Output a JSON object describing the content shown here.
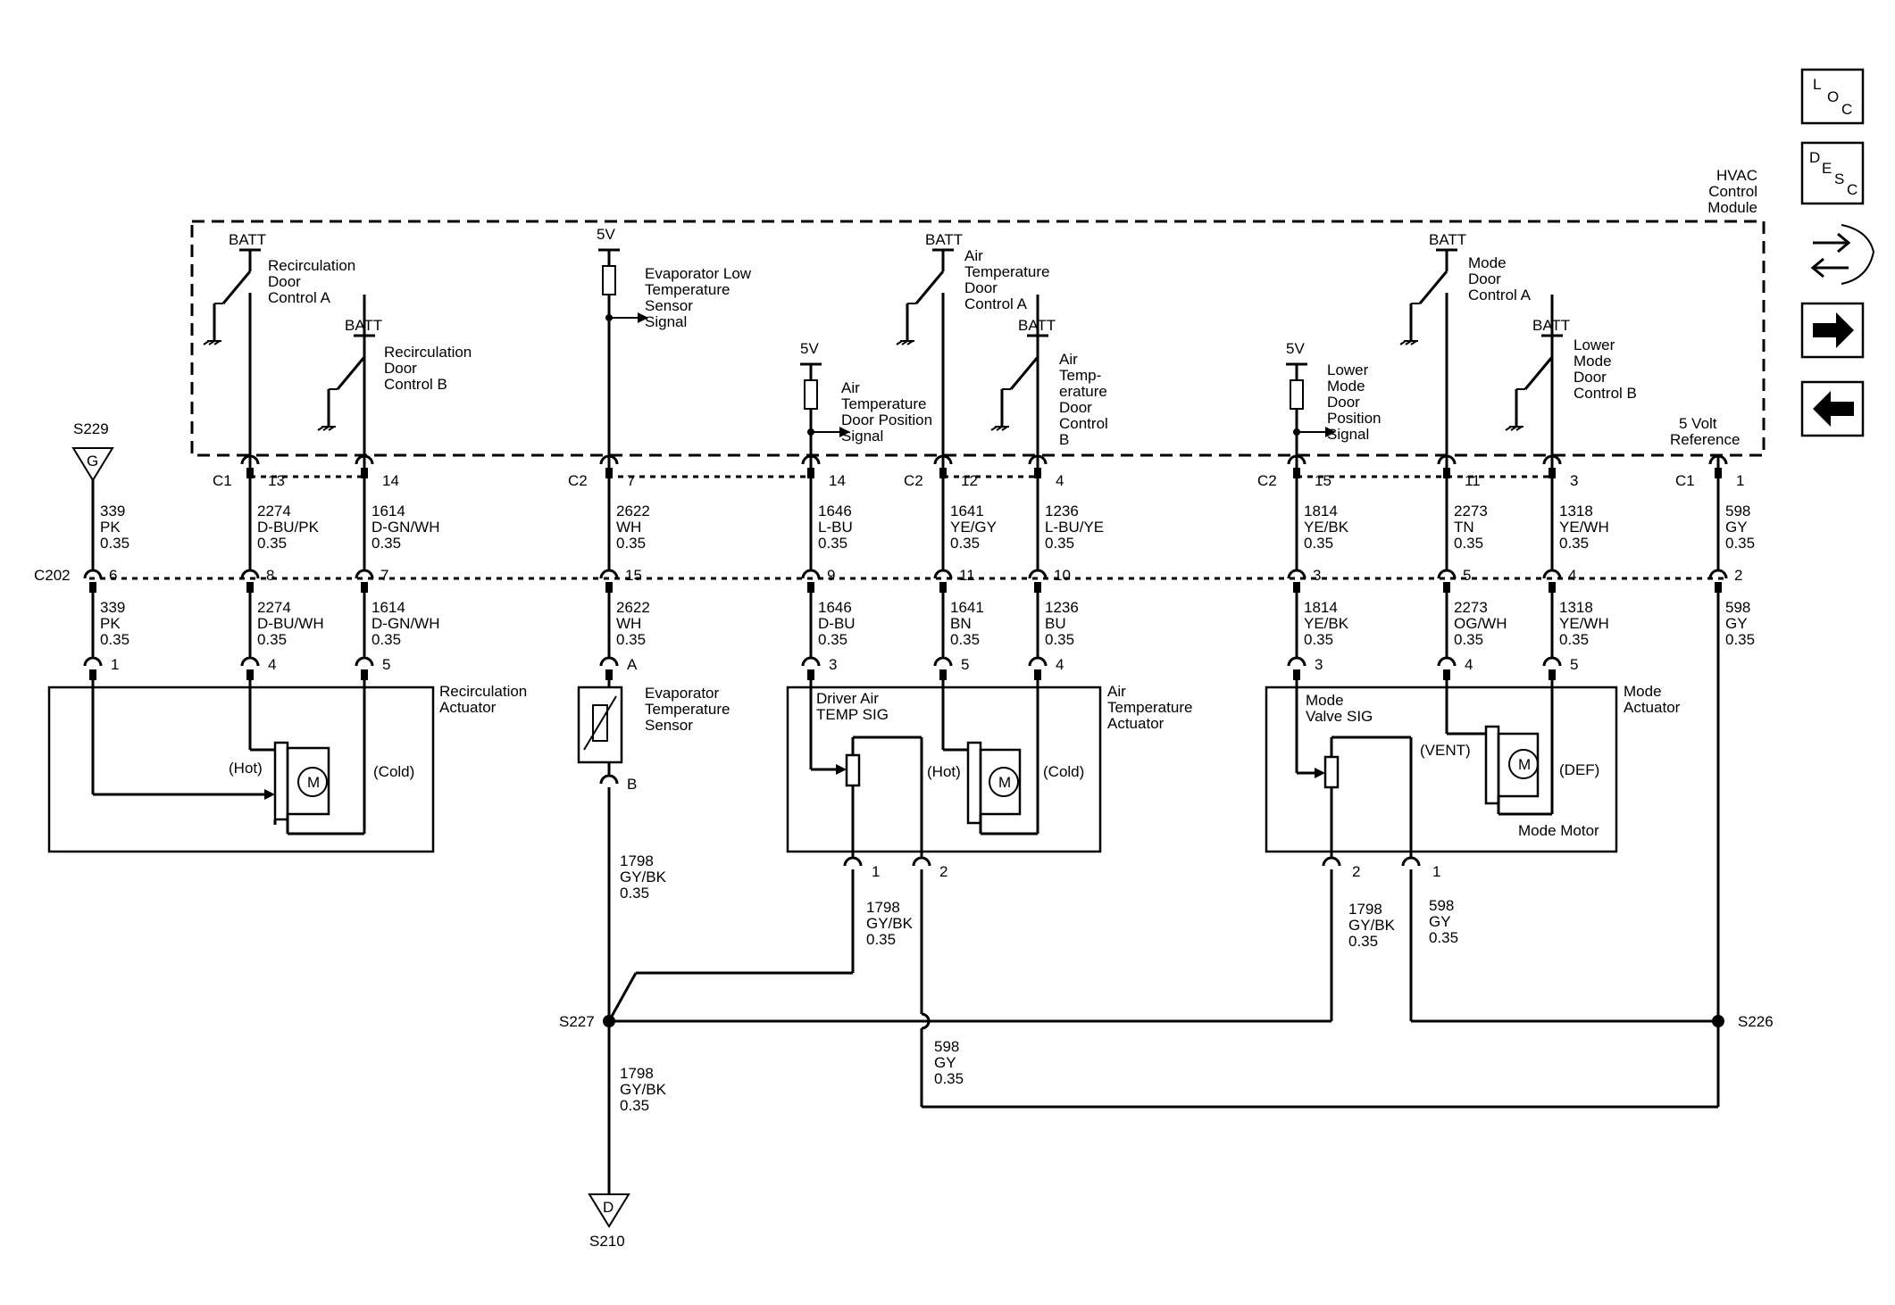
{
  "module": {
    "name": [
      "HVAC",
      "Control",
      "Module"
    ]
  },
  "nav": {
    "loc": [
      "L",
      "O",
      "C"
    ],
    "desc": [
      "D",
      "E",
      "S",
      "C"
    ],
    "icons": [
      "swap-icon",
      "forward-arrow-icon",
      "back-arrow-icon"
    ]
  },
  "batt": "BATT",
  "v5": "5V",
  "labels": {
    "recirc_a": [
      "Recirculation",
      "Door",
      "Control A"
    ],
    "recirc_b": [
      "Recirculation",
      "Door",
      "Control B"
    ],
    "evap_low": [
      "Evaporator Low",
      "Temperature",
      "Sensor",
      "Signal"
    ],
    "airtemp_pos": [
      "Air",
      "Temperature",
      "Door Position",
      "Signal"
    ],
    "airtemp_a": [
      "Air",
      "Temperature",
      "Door",
      "Control A"
    ],
    "airtemp_b": [
      "Air",
      "Temp-",
      "erature",
      "Door",
      "Control",
      "B"
    ],
    "lower_mode": [
      "Lower",
      "Mode",
      "Door",
      "Position",
      "Signal"
    ],
    "mode_a": [
      "Mode",
      "Door",
      "Control A"
    ],
    "mode_b": [
      "Lower",
      "Mode",
      "Door",
      "Control B"
    ],
    "five_volt_ref": [
      "5 Volt",
      "Reference"
    ]
  },
  "connectors": {
    "c1": "C1",
    "c2": "C2",
    "c202": "C202"
  },
  "pins_top": [
    "13",
    "14",
    "7",
    "14",
    "12",
    "4",
    "15",
    "11",
    "3",
    "1"
  ],
  "pins_c202": [
    "6",
    "8",
    "7",
    "15",
    "9",
    "11",
    "10",
    "3",
    "5",
    "4",
    "2"
  ],
  "pins_bottom": [
    "1",
    "4",
    "5",
    "A",
    "3",
    "5",
    "4",
    "3",
    "4",
    "5"
  ],
  "wires_top": [
    {
      "n": "339",
      "c": "PK",
      "g": "0.35"
    },
    {
      "n": "2274",
      "c": "D-BU/PK",
      "g": "0.35"
    },
    {
      "n": "1614",
      "c": "D-GN/WH",
      "g": "0.35"
    },
    {
      "n": "2622",
      "c": "WH",
      "g": "0.35"
    },
    {
      "n": "1646",
      "c": "L-BU",
      "g": "0.35"
    },
    {
      "n": "1641",
      "c": "YE/GY",
      "g": "0.35"
    },
    {
      "n": "1236",
      "c": "L-BU/YE",
      "g": "0.35"
    },
    {
      "n": "1814",
      "c": "YE/BK",
      "g": "0.35"
    },
    {
      "n": "2273",
      "c": "TN",
      "g": "0.35"
    },
    {
      "n": "1318",
      "c": "YE/WH",
      "g": "0.35"
    },
    {
      "n": "598",
      "c": "GY",
      "g": "0.35"
    }
  ],
  "wires_bottom": [
    {
      "n": "339",
      "c": "PK",
      "g": "0.35"
    },
    {
      "n": "2274",
      "c": "D-BU/WH",
      "g": "0.35"
    },
    {
      "n": "1614",
      "c": "D-GN/WH",
      "g": "0.35"
    },
    {
      "n": "2622",
      "c": "WH",
      "g": "0.35"
    },
    {
      "n": "1646",
      "c": "D-BU",
      "g": "0.35"
    },
    {
      "n": "1641",
      "c": "BN",
      "g": "0.35"
    },
    {
      "n": "1236",
      "c": "BU",
      "g": "0.35"
    },
    {
      "n": "1814",
      "c": "YE/BK",
      "g": "0.35"
    },
    {
      "n": "2273",
      "c": "OG/WH",
      "g": "0.35"
    },
    {
      "n": "1318",
      "c": "YE/WH",
      "g": "0.35"
    },
    {
      "n": "598",
      "c": "GY",
      "g": "0.35"
    }
  ],
  "components": {
    "recirc": [
      "Recirculation",
      "Actuator"
    ],
    "evap_sensor": [
      "Evaporator",
      "Temperature",
      "Sensor"
    ],
    "air_act": [
      "Air",
      "Temperature",
      "Actuator"
    ],
    "mode_act": [
      "Mode",
      "Actuator"
    ],
    "driver_sig": [
      "Driver Air",
      "TEMP SIG"
    ],
    "mode_sig": [
      "Mode",
      "Valve SIG"
    ],
    "hot": "(Hot)",
    "cold": "(Cold)",
    "vent": "(VENT)",
    "def": "(DEF)",
    "mode_motor": "Mode Motor",
    "motor": "M",
    "pin_b": "B",
    "act_pins": [
      "1",
      "2",
      "2",
      "1"
    ]
  },
  "grounds": {
    "s229": "S229",
    "g": "G",
    "s210": "S210",
    "d": "D"
  },
  "splices": {
    "s227": "S227",
    "s226": "S226"
  },
  "wire_1798": {
    "n": "1798",
    "c": "GY/BK",
    "g": "0.35"
  },
  "wire_598": {
    "n": "598",
    "c": "GY",
    "g": "0.35"
  }
}
